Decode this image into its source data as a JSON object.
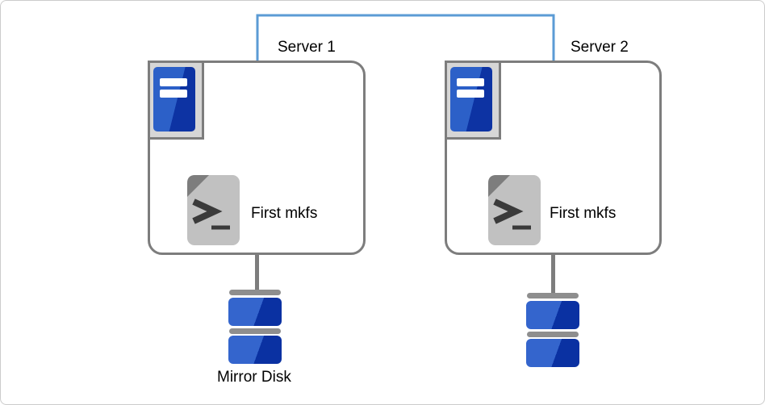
{
  "servers": [
    {
      "label": "Server 1",
      "script_label": "First mkfs"
    },
    {
      "label": "Server 2",
      "script_label": "First mkfs"
    }
  ],
  "disk_label": "Mirror Disk",
  "colors": {
    "canvas_border": "#cccccc",
    "connector_blue": "#5b9bd5",
    "outline_gray": "#7d7d7d",
    "frame_fill": "#d6d6d6",
    "panel_blue_light": "#2c60c8",
    "panel_blue_dark": "#0d33a3",
    "document_gray": "#c1c1c1",
    "fold_gray": "#7d7d7d",
    "glyph_dark": "#3a3a3a",
    "disk_bar_gray": "#8e8e8e",
    "disk_blue_light": "#3465cd",
    "disk_blue_dark": "#0a31a2"
  },
  "icons": {
    "server": "server-icon",
    "script": "terminal-script-icon",
    "disk": "mirror-disk-icon"
  }
}
